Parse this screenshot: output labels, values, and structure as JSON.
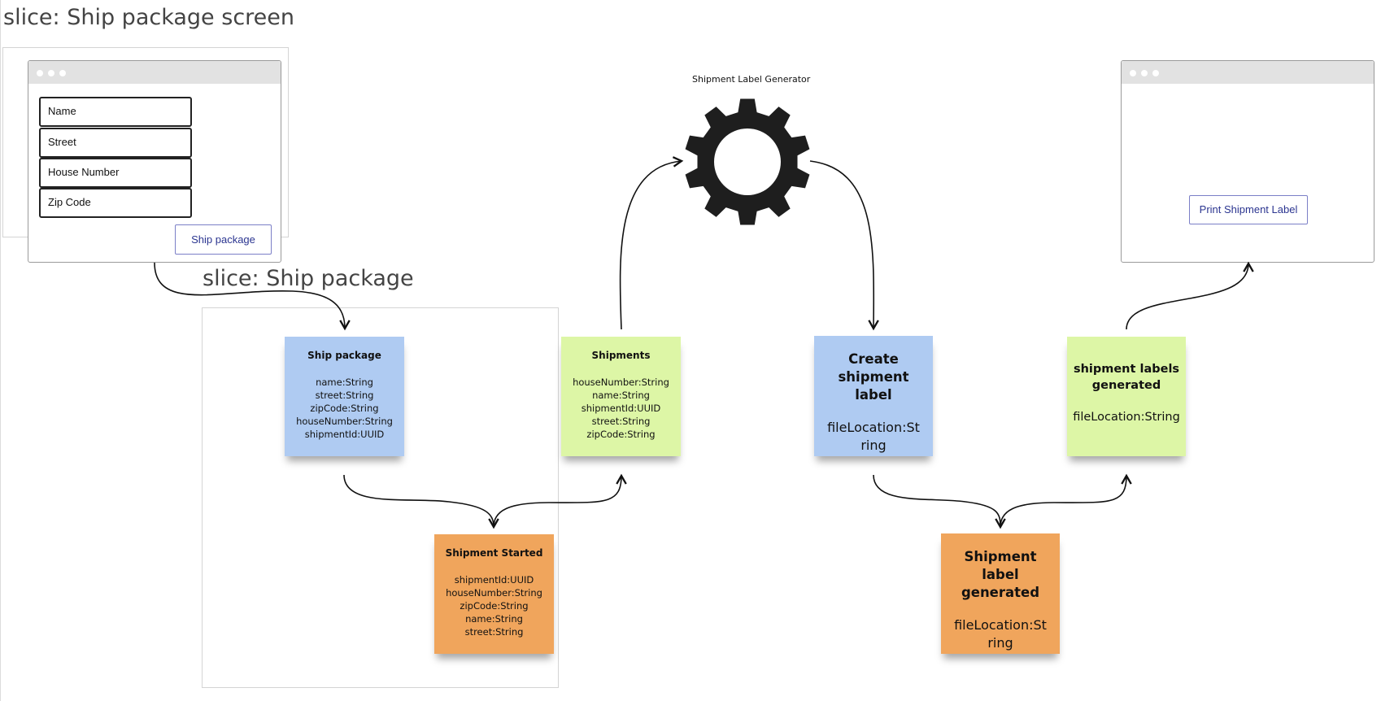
{
  "slices": {
    "screen_title": "slice: Ship package screen",
    "command_title": "slice: Ship package"
  },
  "form_window": {
    "fields": [
      "Name",
      "Street",
      "House Number",
      "Zip Code"
    ],
    "button_label": "Ship package"
  },
  "print_window": {
    "button_label": "Print Shipment Label"
  },
  "automation": {
    "label": "Shipment Label Generator",
    "icon": "gear-icon"
  },
  "stickies": {
    "ship_package": {
      "title": "Ship package",
      "lines": [
        "name:String",
        "street:String",
        "zipCode:String",
        "houseNumber:String",
        "shipmentId:UUID"
      ]
    },
    "shipment_started": {
      "title": "Shipment Started",
      "lines": [
        "shipmentId:UUID",
        "houseNumber:String",
        "zipCode:String",
        "name:String",
        "street:String"
      ]
    },
    "shipments": {
      "title": "Shipments",
      "lines": [
        "houseNumber:String",
        "name:String",
        "shipmentId:UUID",
        "street:String",
        "zipCode:String"
      ]
    },
    "create_label": {
      "title": "Create shipment label",
      "lines": [
        "fileLocation:String"
      ]
    },
    "label_generated": {
      "title": "Shipment label generated",
      "lines": [
        "fileLocation:String"
      ]
    },
    "labels_generated": {
      "title": "shipment labels generated",
      "lines": [
        "fileLocation:String"
      ]
    }
  },
  "colors": {
    "command": "#afcbf2",
    "read_model": "#ddf6a6",
    "event": "#f0a55c",
    "button_text": "#2b3590"
  }
}
